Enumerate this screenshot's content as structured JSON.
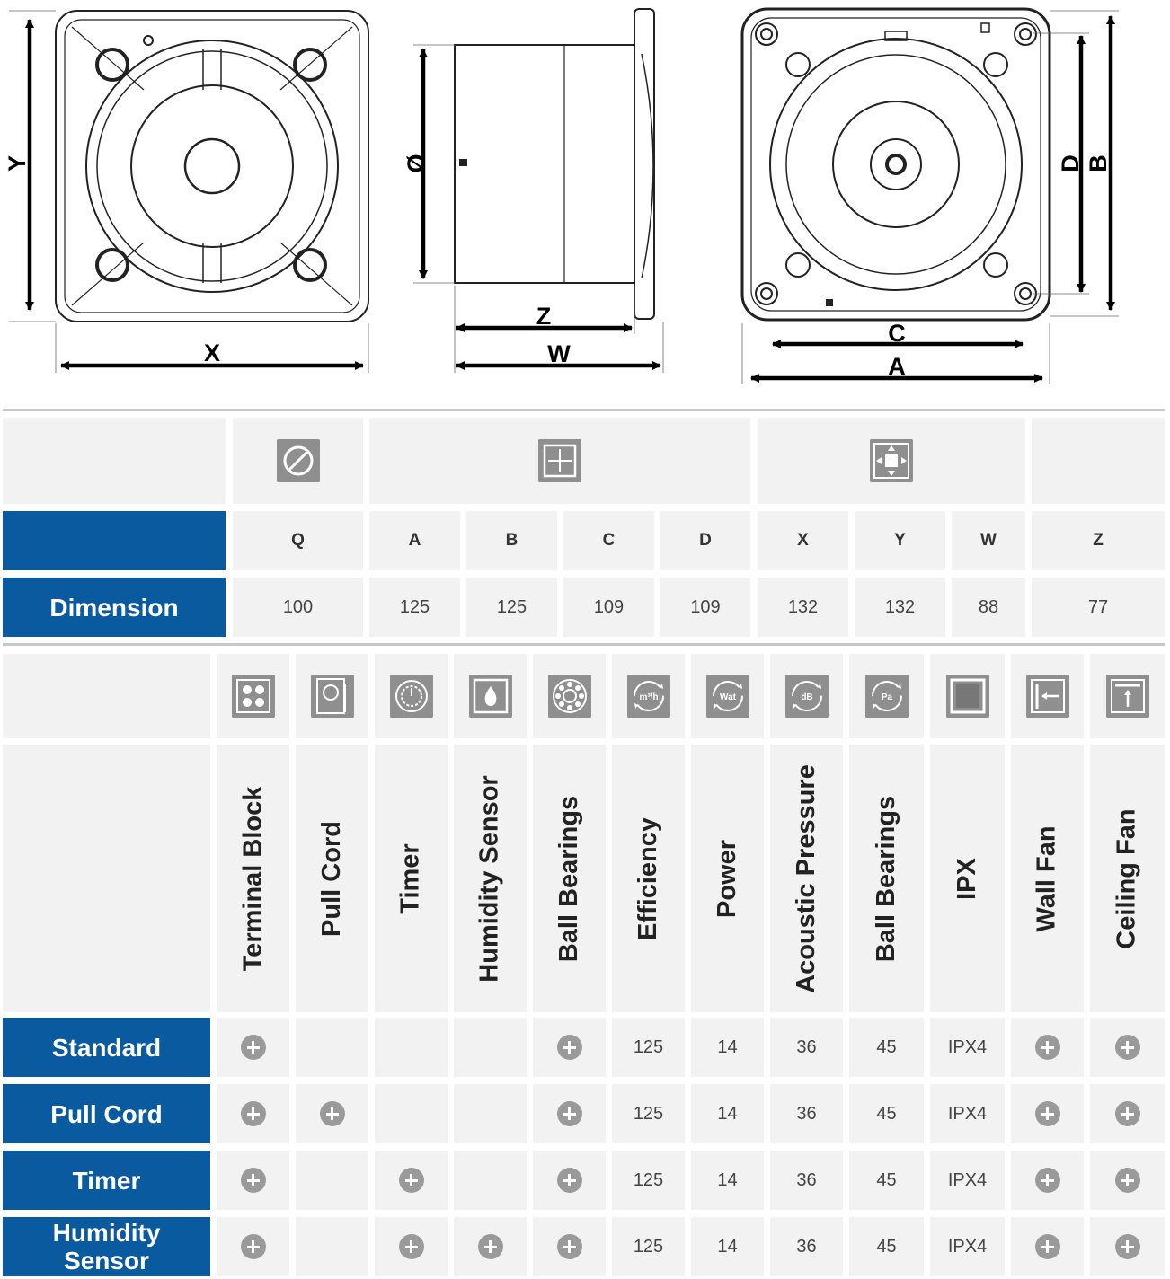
{
  "drawings": {
    "front_labels": {
      "x": "X",
      "y": "Y"
    },
    "side_labels": {
      "diameter": "Ø",
      "z": "Z",
      "w": "W"
    },
    "back_labels": {
      "a": "A",
      "b": "B",
      "c": "C",
      "d": "D"
    }
  },
  "dimension_table": {
    "row_label": "Dimension",
    "icons": [
      "diameter-icon",
      "frame-dimensions-icon",
      "outer-dimensions-icon"
    ],
    "columns": [
      "Q",
      "A",
      "B",
      "C",
      "D",
      "X",
      "Y",
      "W",
      "Z"
    ],
    "values": [
      "100",
      "125",
      "125",
      "109",
      "109",
      "132",
      "132",
      "88",
      "77"
    ]
  },
  "features_table": {
    "icons": [
      "terminal-block-icon",
      "pull-cord-icon",
      "timer-icon",
      "humidity-sensor-icon",
      "ball-bearings-icon",
      "efficiency-icon",
      "power-icon",
      "acoustic-pressure-icon",
      "pressure-icon",
      "ipx-icon",
      "wall-fan-icon",
      "ceiling-fan-icon"
    ],
    "icon_texts": {
      "efficiency": "m³/h",
      "power": "Wat",
      "acoustic": "dB",
      "pressure": "Pa"
    },
    "columns": [
      "Terminal Block",
      "Pull Cord",
      "Timer",
      "Humidity Sensor",
      "Ball Bearings",
      "Efficiency",
      "Power",
      "Acoustic Pressure",
      "Ball Bearings",
      "IPX",
      "Wall Fan",
      "Ceiling Fan"
    ],
    "rows": [
      {
        "label": "Standard",
        "cells": [
          "+",
          "",
          "",
          "",
          "+",
          "125",
          "14",
          "36",
          "45",
          "IPX4",
          "+",
          "+"
        ]
      },
      {
        "label": "Pull Cord",
        "cells": [
          "+",
          "+",
          "",
          "",
          "+",
          "125",
          "14",
          "36",
          "45",
          "IPX4",
          "+",
          "+"
        ]
      },
      {
        "label": "Timer",
        "cells": [
          "+",
          "",
          "+",
          "",
          "+",
          "125",
          "14",
          "36",
          "45",
          "IPX4",
          "+",
          "+"
        ]
      },
      {
        "label": "Humidity Sensor",
        "cells": [
          "+",
          "",
          "+",
          "+",
          "+",
          "125",
          "14",
          "36",
          "45",
          "IPX4",
          "+",
          "+"
        ]
      }
    ]
  },
  "colors": {
    "accent": "#0a5aa0",
    "cell_bg": "#f2f2f2",
    "icon_bg": "#8f8f8f",
    "plus": "#9a9a9a"
  }
}
